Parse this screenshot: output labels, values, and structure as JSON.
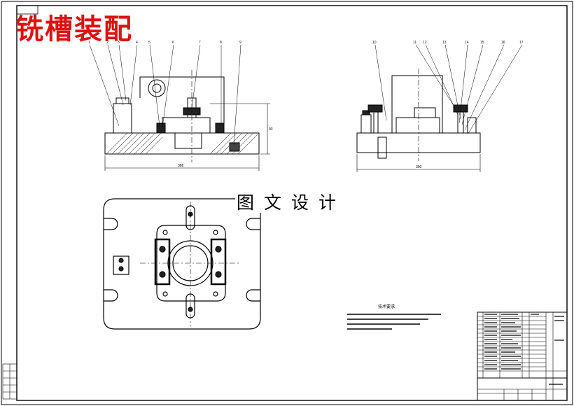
{
  "drawing_title": "铣槽装配",
  "watermark": "图文设计",
  "colors": {
    "title": "#e01010",
    "line": "#000000",
    "paper": "#ffffff"
  },
  "front_view": {
    "balloons": [
      "1",
      "2",
      "3",
      "4",
      "5",
      "6",
      "7",
      "8",
      "9"
    ],
    "dims": [
      "388",
      "93"
    ]
  },
  "side_view": {
    "balloons": [
      "10",
      "11",
      "12",
      "13",
      "14",
      "15",
      "16",
      "17"
    ],
    "dims": [
      "390"
    ]
  },
  "tech_notes_title": "技术要求"
}
